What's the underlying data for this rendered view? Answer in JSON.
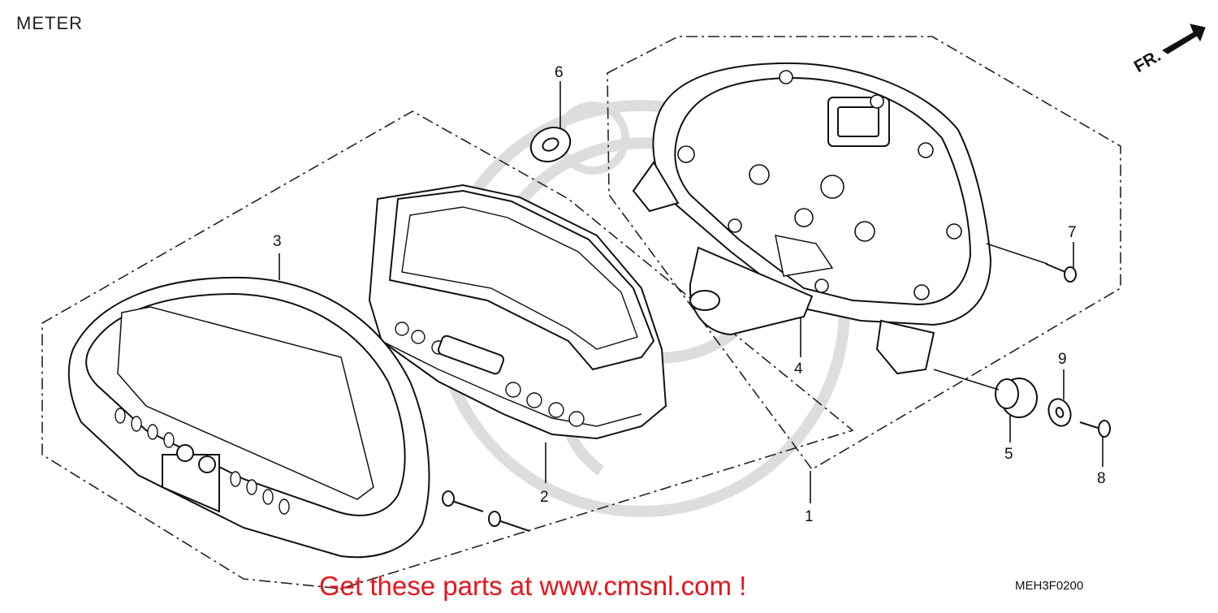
{
  "diagram": {
    "title": "METER",
    "diagram_code": "MEH3F0200",
    "direction_label": "FR.",
    "footer_link": "Get these parts at www.cmsnl.com !",
    "callouts": [
      "1",
      "2",
      "3",
      "4",
      "5",
      "6",
      "7",
      "8",
      "9"
    ]
  }
}
